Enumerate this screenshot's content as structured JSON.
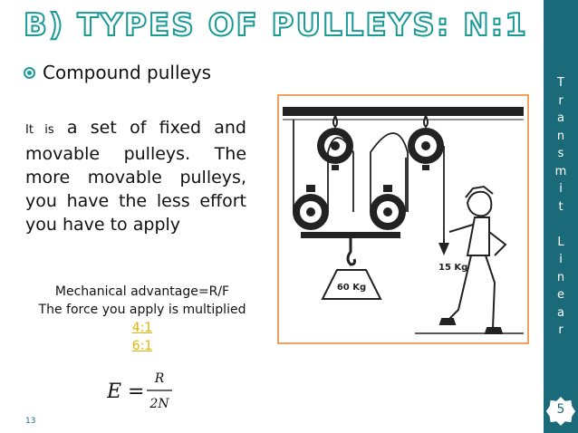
{
  "slide": {
    "title": "B) TYPES OF PULLEYS: N:1",
    "bullet": "Compound pulleys",
    "paragraph": {
      "lead_small": "It is",
      "line1_rest": " a set of fixed and",
      "line2": "movable pulleys.",
      "line3": "The more movable",
      "line4": "pulleys, you have the",
      "line5": "less effort you have to",
      "line6": "apply"
    },
    "mechanical_advantage": "Mechanical advantage=R/F",
    "force_multiplied": "The force you apply is multiplied",
    "ratios": [
      "4:1",
      "6:1"
    ],
    "formula": {
      "lhs": "E =",
      "numerator": "R",
      "denominator": "2N"
    },
    "page_number": "13",
    "figure": {
      "load_label": "60 Kg",
      "effort_label": "15 Kg"
    }
  },
  "sidebar": {
    "vertical_letters": [
      "T",
      "r",
      "a",
      "n",
      "s",
      "m",
      "i",
      "t",
      "",
      "L",
      "i",
      "n",
      "e",
      "a",
      "r"
    ],
    "badge_number": "5"
  },
  "colors": {
    "accent": "#1a9a96",
    "sidebar": "#1b6a79",
    "link": "#e2b400",
    "figure_border": "#f0a060"
  }
}
